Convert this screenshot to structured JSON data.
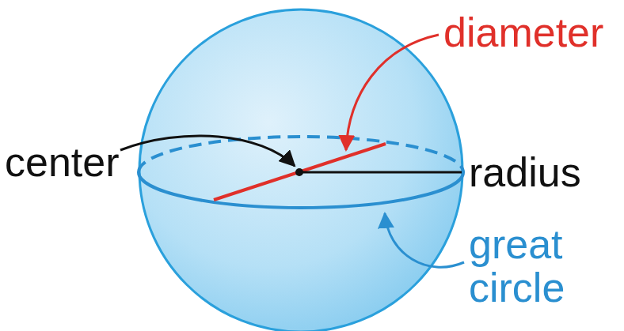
{
  "diagram": {
    "labels": [
      "center",
      "diameter",
      "radius",
      "great circle"
    ]
  }
}
